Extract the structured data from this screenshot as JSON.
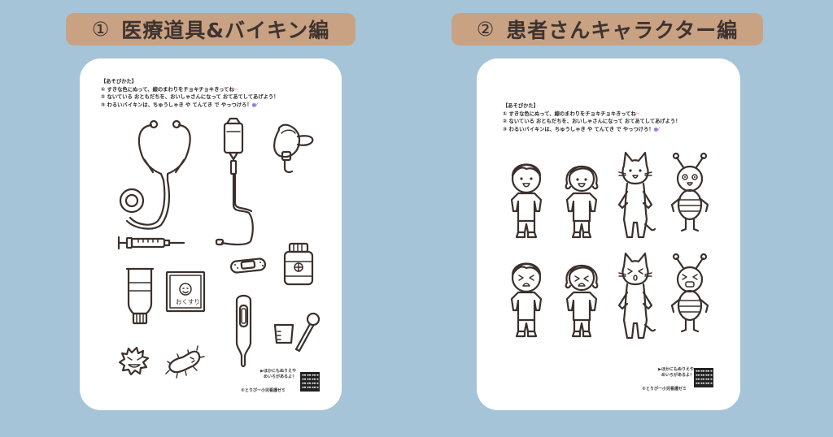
{
  "sections": [
    {
      "number": "①",
      "title": "医療道具&バイキン編",
      "card": {
        "instructions_header": "【あそびかた】",
        "instructions": [
          "① すきな色にぬって、線のまわりをチョキチョキきってね",
          "② ないている おともだちを、おいしゃさんになって おてあてしてあげよう！",
          "③ わるいバイキンは、ちゅうしゃき や てんてき で やっつけろ！"
        ],
        "items": [
          "stethoscope",
          "iv-drip",
          "oxygen-mask",
          "syringe",
          "medicine-bottle",
          "bandage",
          "ointment-tube",
          "medicine-packet",
          "thermometer",
          "measuring-cup-and-spoon",
          "germ-spiky",
          "germ-bacillus"
        ],
        "packet_label": "おくすり",
        "footer_line1": "▶ほかにもぬりえや",
        "footer_line2": "めいろがあるよ！",
        "credit": "©とりぴー小児看護ゼミ"
      }
    },
    {
      "number": "②",
      "title": "患者さんキャラクター編",
      "card": {
        "instructions_header": "【あそびかた】",
        "instructions": [
          "① すきな色にぬって、線のまわりをチョキチョキきってね",
          "② ないている おともだちを、おいしゃさんになって おてあてしてあげよう！",
          "③ わるいバイキンは、ちゅうしゃき や てんてき で やっつけろ！"
        ],
        "characters_row1": [
          "boy-happy",
          "girl-happy",
          "cat-happy",
          "bug-happy"
        ],
        "characters_row2": [
          "boy-sad",
          "girl-sad",
          "cat-sad",
          "bug-sad"
        ],
        "footer_line1": "▶ほかにもぬりえや",
        "footer_line2": "めいろがあるよ！",
        "credit": "©とりぴー小児看護ゼミ"
      }
    }
  ],
  "colors": {
    "background": "#a6c4d8",
    "pill": "#c9a283",
    "pill_text": "#3e3330",
    "card": "#ffffff",
    "line": "#3b302c"
  }
}
